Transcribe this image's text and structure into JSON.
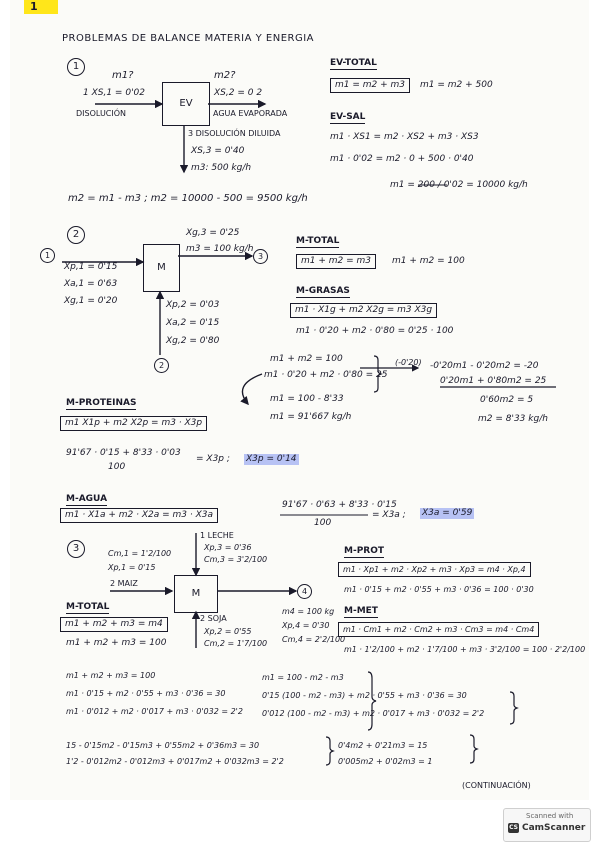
{
  "page_number": "1",
  "title": "PROBLEMAS DE BALANCE MATERIA Y ENERGIA",
  "p1": {
    "num": "1",
    "unit": "EV",
    "m1": "m1?",
    "m2": "m2?",
    "in_num": "1",
    "in_x": "XS,1 = 0'02",
    "in_lbl": "DISOLUCIÓN",
    "out_num": "2",
    "out_x": "XS,2 = 0",
    "out_lbl": "AGUA EVAPORADA",
    "bot_num": "3",
    "bot_lbl": "DISOLUCIÓN DILUIDA",
    "bot_x": "XS,3 = 0'40",
    "bot_m": "m3: 500 kg/h",
    "h_total": "EV-TOTAL",
    "eq_total": "m1 = m2 + m3",
    "eq_total2": "m1 = m2 + 500",
    "h_sal": "EV-SAL",
    "eq_sal1": "m1 · XS1 = m2 · XS2 + m3 · XS3",
    "eq_sal2": "m1 · 0'02 = m2 · 0 + 500 · 0'40",
    "eq_sal3": "m1 = 200 / 0'02 = 10000 kg/h",
    "eq_m2": "m2 = m1 - m3 ; m2 = 10000 - 500 = 9500 kg/h"
  },
  "p2": {
    "num": "2",
    "unit": "M",
    "s1_num": "1",
    "s1_x1": "Xp,1 = 0'15",
    "s1_x2": "Xa,1 = 0'63",
    "s1_x3": "Xg,1 = 0'20",
    "s2_num": "2",
    "s2_x1": "Xp,2 = 0'03",
    "s2_x2": "Xa,2 = 0'15",
    "s2_x3": "Xg,2 = 0'80",
    "s3_num": "3",
    "s3_x": "Xg,3 = 0'25",
    "s3_m": "m3 = 100 kg/h",
    "h_total": "M-TOTAL",
    "eq_total": "m1 + m2 = m3",
    "eq_total2": "m1 + m2 = 100",
    "h_gras": "M-GRASAS",
    "eq_gras": "m1 · X1g + m2 X2g = m3 X3g",
    "eq_gras2": "m1 · 0'20 + m2 · 0'80 = 0'25 · 100",
    "sys1": "m1 + m2 = 100",
    "sys2": "m1 · 0'20 + m2 · 0'80 = 25",
    "mult": "(-0'20)",
    "sys3": "-0'20m1 - 0'20m2 = -20",
    "sys4": "0'20m1 + 0'80m2 = 25",
    "sys5": "0'60m2 = 5",
    "sys6": "m2 = 8'33 kg/h",
    "sol1": "m1 = 100 - 8'33",
    "sol2": "m1 = 91'667 kg/h",
    "h_prot": "M-PROTEINAS",
    "eq_prot": "m1 X1p + m2 X2p = m3 · X3p",
    "eq_prot2": "91'67 · 0'15 + 8'33 · 0'03",
    "eq_prot3": "100",
    "eq_prot4": "= X3p ;",
    "res_prot": "X3p = 0'14",
    "h_agua": "M-AGUA",
    "eq_agua": "m1 · X1a + m2 · X2a = m3 · X3a",
    "eq_agua2": "91'67 · 0'63 + 8'33 · 0'15",
    "eq_agua3": "100",
    "eq_agua4": "= X3a ;",
    "res_agua": "X3a = 0'59"
  },
  "p3": {
    "num": "3",
    "unit": "M",
    "s1_lbl": "1 LECHE",
    "s1_x1": "Xp,3 = 0'36",
    "s1_x2": "Cm,3 = 3'2/100",
    "s2_lbl": "2 MAIZ",
    "s2_x1": "Cm,1 = 1'2/100",
    "s2_x2": "Xp,1 = 0'15",
    "s3_lbl": "2 SOJA",
    "s3_x1": "Xp,2 = 0'55",
    "s3_x2": "Cm,2 = 1'7/100",
    "s4_num": "4",
    "s4_x1": "m4 = 100 kg",
    "s4_x2": "Xp,4 = 0'30",
    "s4_x3": "Cm,4 = 2'2/100",
    "h_total": "M-TOTAL",
    "eq_total": "m1 + m2 + m3 = m4",
    "eq_total2": "m1 + m2 + m3 = 100",
    "h_prot": "M-PROT",
    "eq_prot": "m1 · Xp1 + m2 · Xp2 + m3 · Xp3 = m4 · Xp,4",
    "eq_prot2": "m1 · 0'15 + m2 · 0'55 + m3 · 0'36 = 100 · 0'30",
    "h_met": "M-MET",
    "eq_met": "m1 · Cm1 + m2 · Cm2 + m3 · Cm3 = m4 · Cm4",
    "eq_met2": "m1 · 1'2/100 + m2 · 1'7/100 + m3 · 3'2/100 = 100 · 2'2/100",
    "sys1": "m1 + m2 + m3 = 100",
    "sys2": "m1 · 0'15 + m2 · 0'55 + m3 · 0'36 = 30",
    "sys3": "m1 · 0'012 + m2 · 0'017 + m3 · 0'032 = 2'2",
    "sub1": "m1 = 100 - m2 - m3",
    "sub2": "0'15 (100 - m2 - m3) + m2 · 0'55 + m3 · 0'36 = 30",
    "sub3": "0'012 (100 - m2 - m3) + m2 · 0'017 + m3 · 0'032 = 2'2",
    "exp1": "15 - 0'15m2 - 0'15m3 + 0'55m2 + 0'36m3 = 30",
    "exp2": "1'2 - 0'012m2 - 0'012m3 + 0'017m2 + 0'032m3 = 2'2",
    "red1": "0'4m2 + 0'21m3 = 15",
    "red2": "0'005m2 + 0'02m3 = 1",
    "cont": "(CONTINUACIÓN)"
  },
  "scanner": {
    "line1": "Scanned with",
    "line2": "CamScanner",
    "logo": "CS"
  }
}
